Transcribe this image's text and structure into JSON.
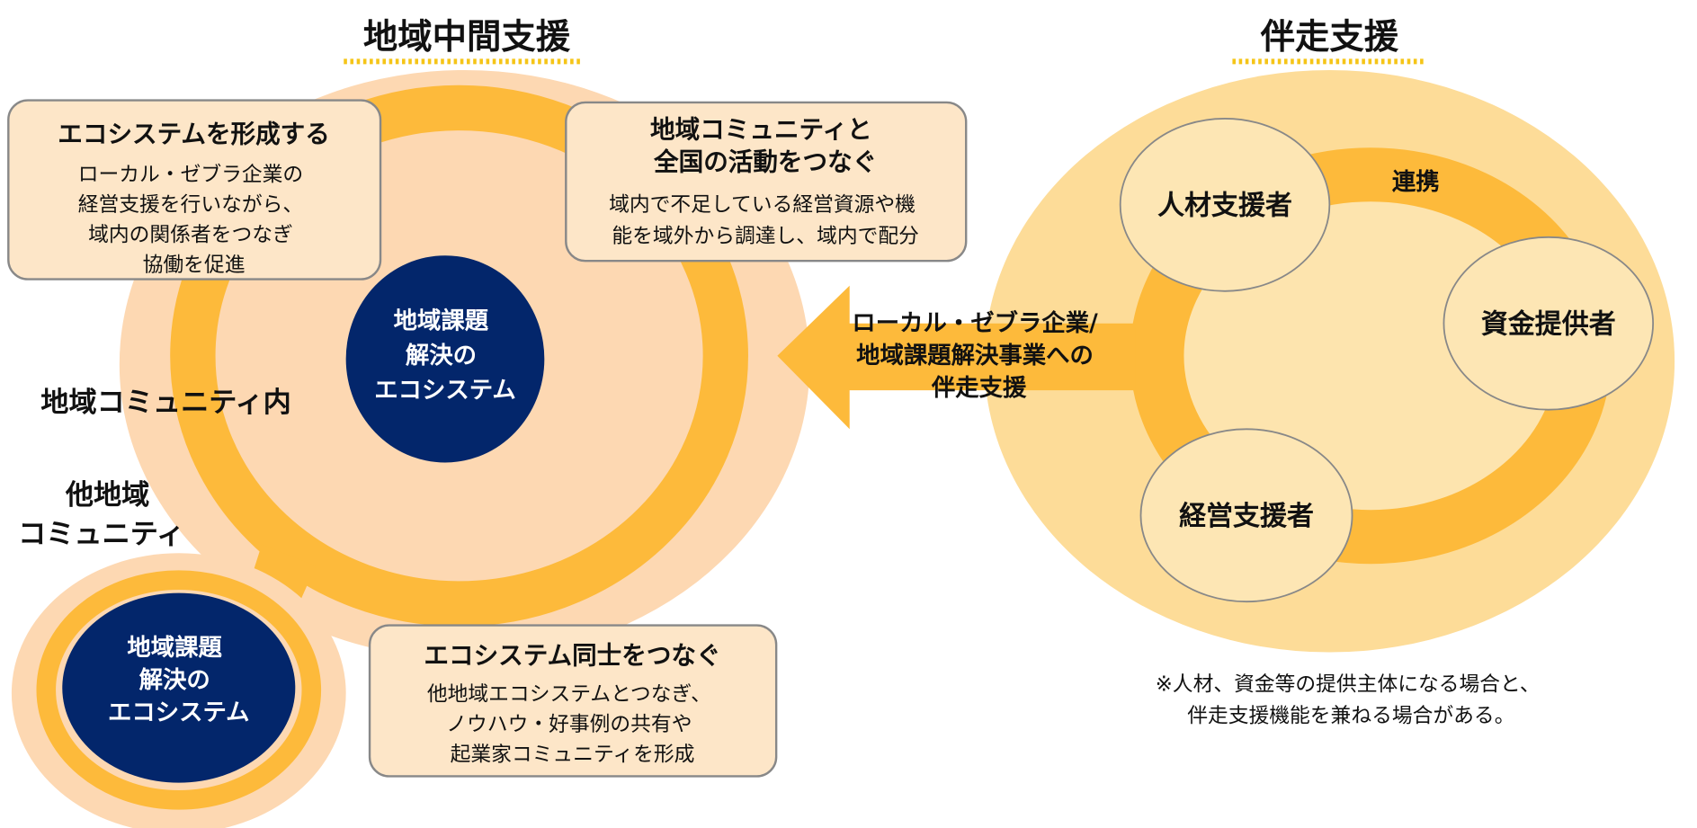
{
  "titles": {
    "left": "地域中間支援",
    "right": "伴走支援"
  },
  "left": {
    "box_ecosystem": {
      "title": "エコシステムを形成する",
      "lines": [
        "ローカル・ゼブラ企業の",
        "経営支援を行いながら、",
        "域内の関係者をつなぎ",
        "協働を促進"
      ]
    },
    "box_connect": {
      "title_lines": [
        "地域コミュニティと",
        "全国の活動をつなぐ"
      ],
      "lines": [
        "域内で不足している経営資源や機",
        "能を域外から調達し、域内で配分"
      ]
    },
    "core_lines": [
      "地域課題",
      "解決の",
      "エコシステム"
    ],
    "community_label": "地域コミュニティ内",
    "other_label_lines": [
      "他地域",
      "コミュニティ"
    ],
    "small_core_lines": [
      "地域課題",
      "解決の",
      "エコシステム"
    ],
    "box_link": {
      "title": "エコシステム同士をつなぐ",
      "lines": [
        "他地域エコシステムとつなぎ、",
        "ノウハウ・好事例の共有や",
        "起業家コミュニティを形成"
      ]
    }
  },
  "arrow_lines": [
    "ローカル・ゼブラ企業/",
    "地域課題解決事業への",
    "伴走支援"
  ],
  "right": {
    "nodes": [
      "人材支援者",
      "資金提供者",
      "経営支援者"
    ],
    "link_label": "連携",
    "note_lines": [
      "※人材、資金等の提供主体になる場合と、",
      "伴走支援機能を兼ねる場合がある。"
    ]
  },
  "colors": {
    "peach": "#FDD8B2",
    "yellow": "#FDBA3B",
    "navy": "#03266B",
    "light": "#FDDC98",
    "box": "#FDE6C8"
  }
}
